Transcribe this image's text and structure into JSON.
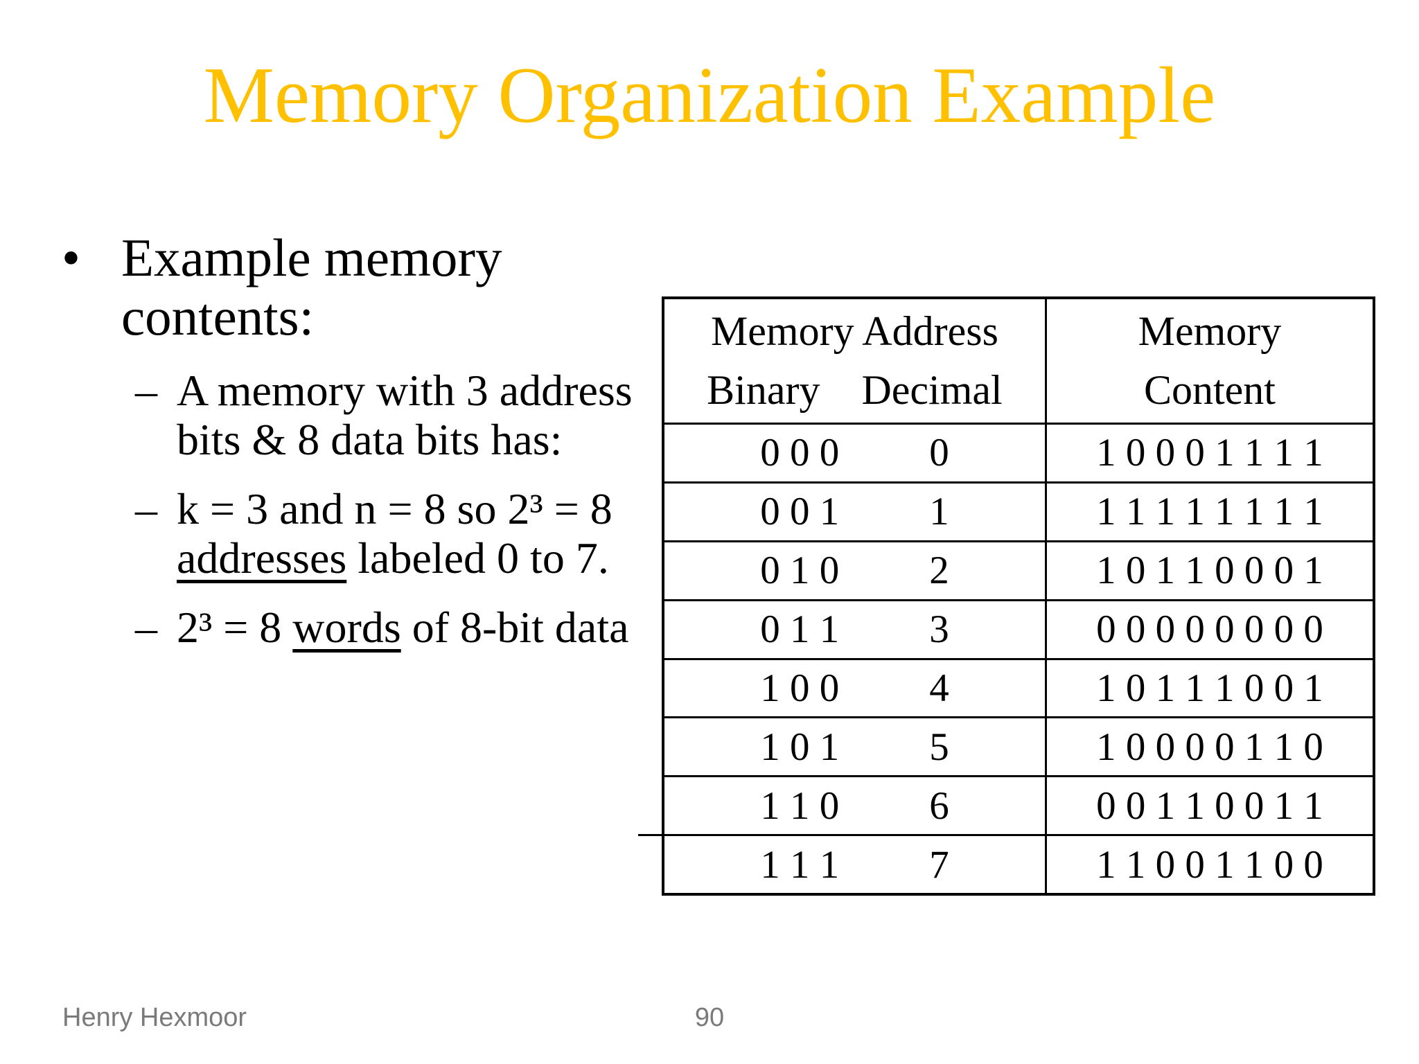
{
  "title": {
    "text": "Memory Organization Example",
    "color": "#FFC000"
  },
  "bullets": {
    "main_marker": "•",
    "sub_marker": "–",
    "main": {
      "text": "Example memory\ncontents:"
    },
    "subs": [
      {
        "pre": "A memory with 3\naddress bits & 8 data bits\nhas:",
        "underlined": "",
        "post": ""
      },
      {
        "pre": "k = 3 and n = 8  so 2³ = 8\n",
        "underlined": "addresses",
        "post": " labeled 0 to 7."
      },
      {
        "pre": "2³ = 8 ",
        "underlined": "words",
        "post": " of 8-bit\ndata"
      }
    ]
  },
  "table": {
    "header": {
      "address_title": "Memory Address",
      "binary_label": "Binary",
      "decimal_label": "Decimal",
      "content_line1": "Memory",
      "content_line2": "Content"
    },
    "rows": [
      {
        "binary": "0 0 0",
        "decimal": "0",
        "content": "1 0 0 0 1 1 1 1"
      },
      {
        "binary": "0 0 1",
        "decimal": "1",
        "content": "1 1 1 1 1 1 1 1"
      },
      {
        "binary": "0 1 0",
        "decimal": "2",
        "content": "1 0 1 1 0 0 0 1"
      },
      {
        "binary": "0 1 1",
        "decimal": "3",
        "content": "0 0 0 0 0 0 0 0"
      },
      {
        "binary": "1 0 0",
        "decimal": "4",
        "content": "1 0 1 1 1 0 0 1"
      },
      {
        "binary": "1 0 1",
        "decimal": "5",
        "content": "1 0 0 0 0 1 1 0"
      },
      {
        "binary": "1 1 0",
        "decimal": "6",
        "content": "0 0 1 1 0 0 1 1"
      },
      {
        "binary": "1 1 1",
        "decimal": "7",
        "content": "1 1 0 0 1 1 0 0"
      }
    ]
  },
  "footer": {
    "author": "Henry Hexmoor",
    "page": "90"
  }
}
